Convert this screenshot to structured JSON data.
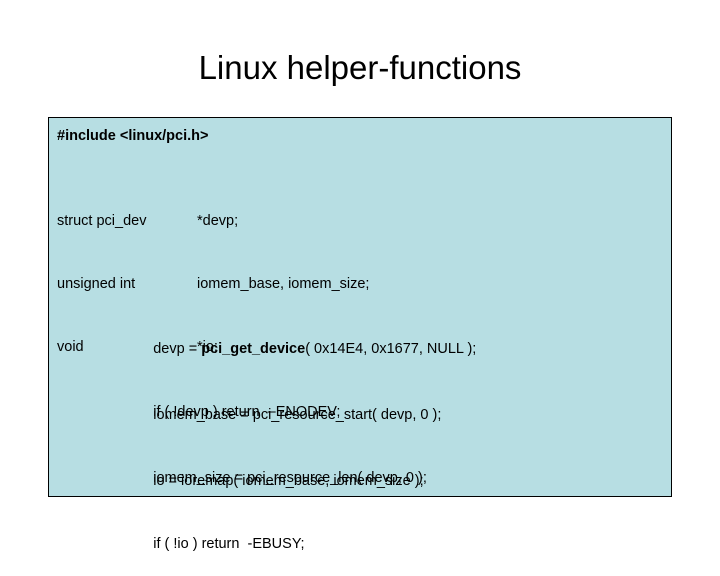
{
  "slide": {
    "title": "Linux helper-functions",
    "background_color": "#ffffff"
  },
  "code_box": {
    "background_color": "#b7dee3",
    "border_color": "#000000",
    "include_line": "#include <linux/pci.h>",
    "declarations": [
      {
        "type": "struct pci_dev",
        "name": "*devp;"
      },
      {
        "type": "unsigned int",
        "name": "iomem_base, iomem_size;"
      },
      {
        "type": "void",
        "name": "*io;"
      }
    ],
    "blocks": [
      {
        "name": "get-device",
        "lines": [
          {
            "pre": "devp = ",
            "fn": "pci_get_device",
            "post": "( 0x14E4, 0x1677, NULL );"
          },
          {
            "pre": "if ( !devp ) return  –ENODEV;",
            "fn": "",
            "post": ""
          }
        ]
      },
      {
        "name": "resource",
        "lines": [
          {
            "pre": "iomem_base = pci_resource_start( devp, 0 );",
            "fn": "",
            "post": ""
          },
          {
            "pre": "iomem_size = pci_resource_len( devp, 0 );",
            "fn": "",
            "post": ""
          }
        ]
      },
      {
        "name": "ioremap",
        "lines": [
          {
            "pre": "io = ioremap( iomem_base, iomem_size );",
            "fn": "",
            "post": ""
          },
          {
            "pre": "if ( !io ) return  -EBUSY;",
            "fn": "",
            "post": ""
          }
        ]
      }
    ]
  }
}
